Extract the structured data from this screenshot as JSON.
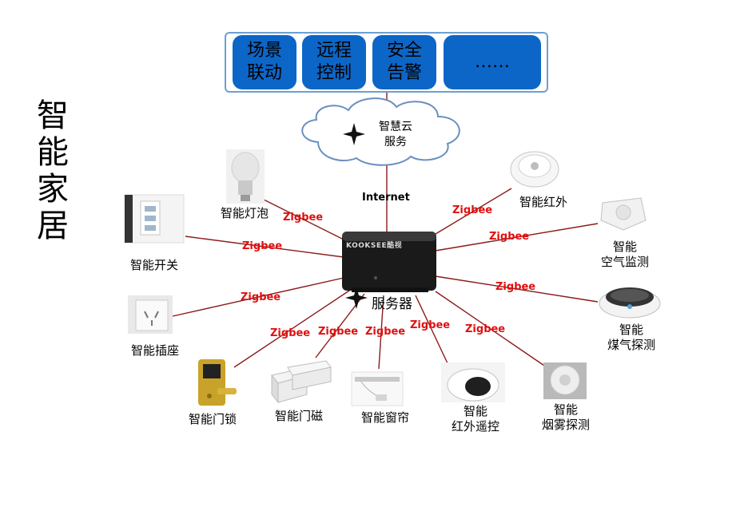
{
  "title": "智能家居",
  "services": [
    "场景\n联动",
    "远程\n控制",
    "安全\n告警",
    "……"
  ],
  "cloud": "智慧云\n服务",
  "internet_label": "Internet",
  "server": {
    "brand": "KOOKSEE酷视",
    "label": "服务器"
  },
  "link_protocol": "Zigbee",
  "devices": [
    {
      "id": "bulb",
      "name": "智能灯泡",
      "icon": "light-bulb-icon"
    },
    {
      "id": "switch",
      "name": "智能开关",
      "icon": "wall-switch-icon"
    },
    {
      "id": "socket",
      "name": "智能插座",
      "icon": "power-socket-icon"
    },
    {
      "id": "lock",
      "name": "智能门锁",
      "icon": "door-lock-icon"
    },
    {
      "id": "magnet",
      "name": "智能门磁",
      "icon": "door-sensor-icon"
    },
    {
      "id": "curtain",
      "name": "智能窗帘",
      "icon": "curtain-motor-icon"
    },
    {
      "id": "ir-remote",
      "name": "智能\n红外遥控",
      "icon": "ir-remote-icon"
    },
    {
      "id": "smoke",
      "name": "智能\n烟雾探测",
      "icon": "smoke-detector-icon"
    },
    {
      "id": "gas",
      "name": "智能\n煤气探测",
      "icon": "gas-detector-icon"
    },
    {
      "id": "air",
      "name": "智能\n空气监测",
      "icon": "air-monitor-icon"
    },
    {
      "id": "ir",
      "name": "智能红外",
      "icon": "ir-sensor-icon"
    }
  ],
  "colors": {
    "service_box": "#0c66c8",
    "link_text": "#e01010",
    "line": "#8b1a1a"
  }
}
